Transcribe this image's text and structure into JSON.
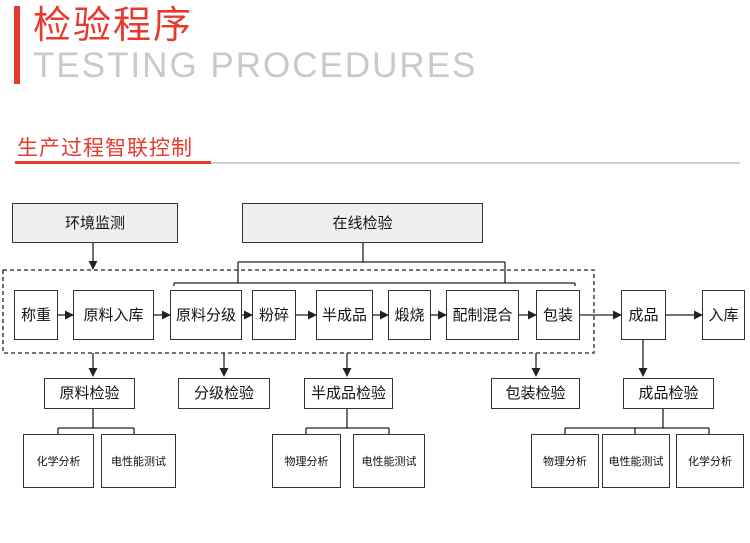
{
  "header": {
    "title_cn": "检验程序",
    "title_en": "TESTING PROCEDURES",
    "accent_color": "#e8392e",
    "muted_color": "#c9c9c9"
  },
  "section": {
    "title": "生产过程智联控制"
  },
  "flow": {
    "top": {
      "env_monitor": "环境监测",
      "online_inspection": "在线检验"
    },
    "steps": [
      "称重",
      "原料入库",
      "原料分级",
      "粉碎",
      "半成品",
      "煅烧",
      "配制混合",
      "包装",
      "成品",
      "入库"
    ],
    "inspections": {
      "raw_material": "原料检验",
      "grading": "分级检验",
      "semi_finished": "半成品检验",
      "packaging": "包装检验",
      "finished": "成品检验"
    },
    "tests": {
      "raw": [
        "化学分析",
        "电性能测试"
      ],
      "semi": [
        "物理分析",
        "电性能测试"
      ],
      "finished": [
        "物理分析",
        "电性能测试",
        "化学分析"
      ]
    }
  }
}
